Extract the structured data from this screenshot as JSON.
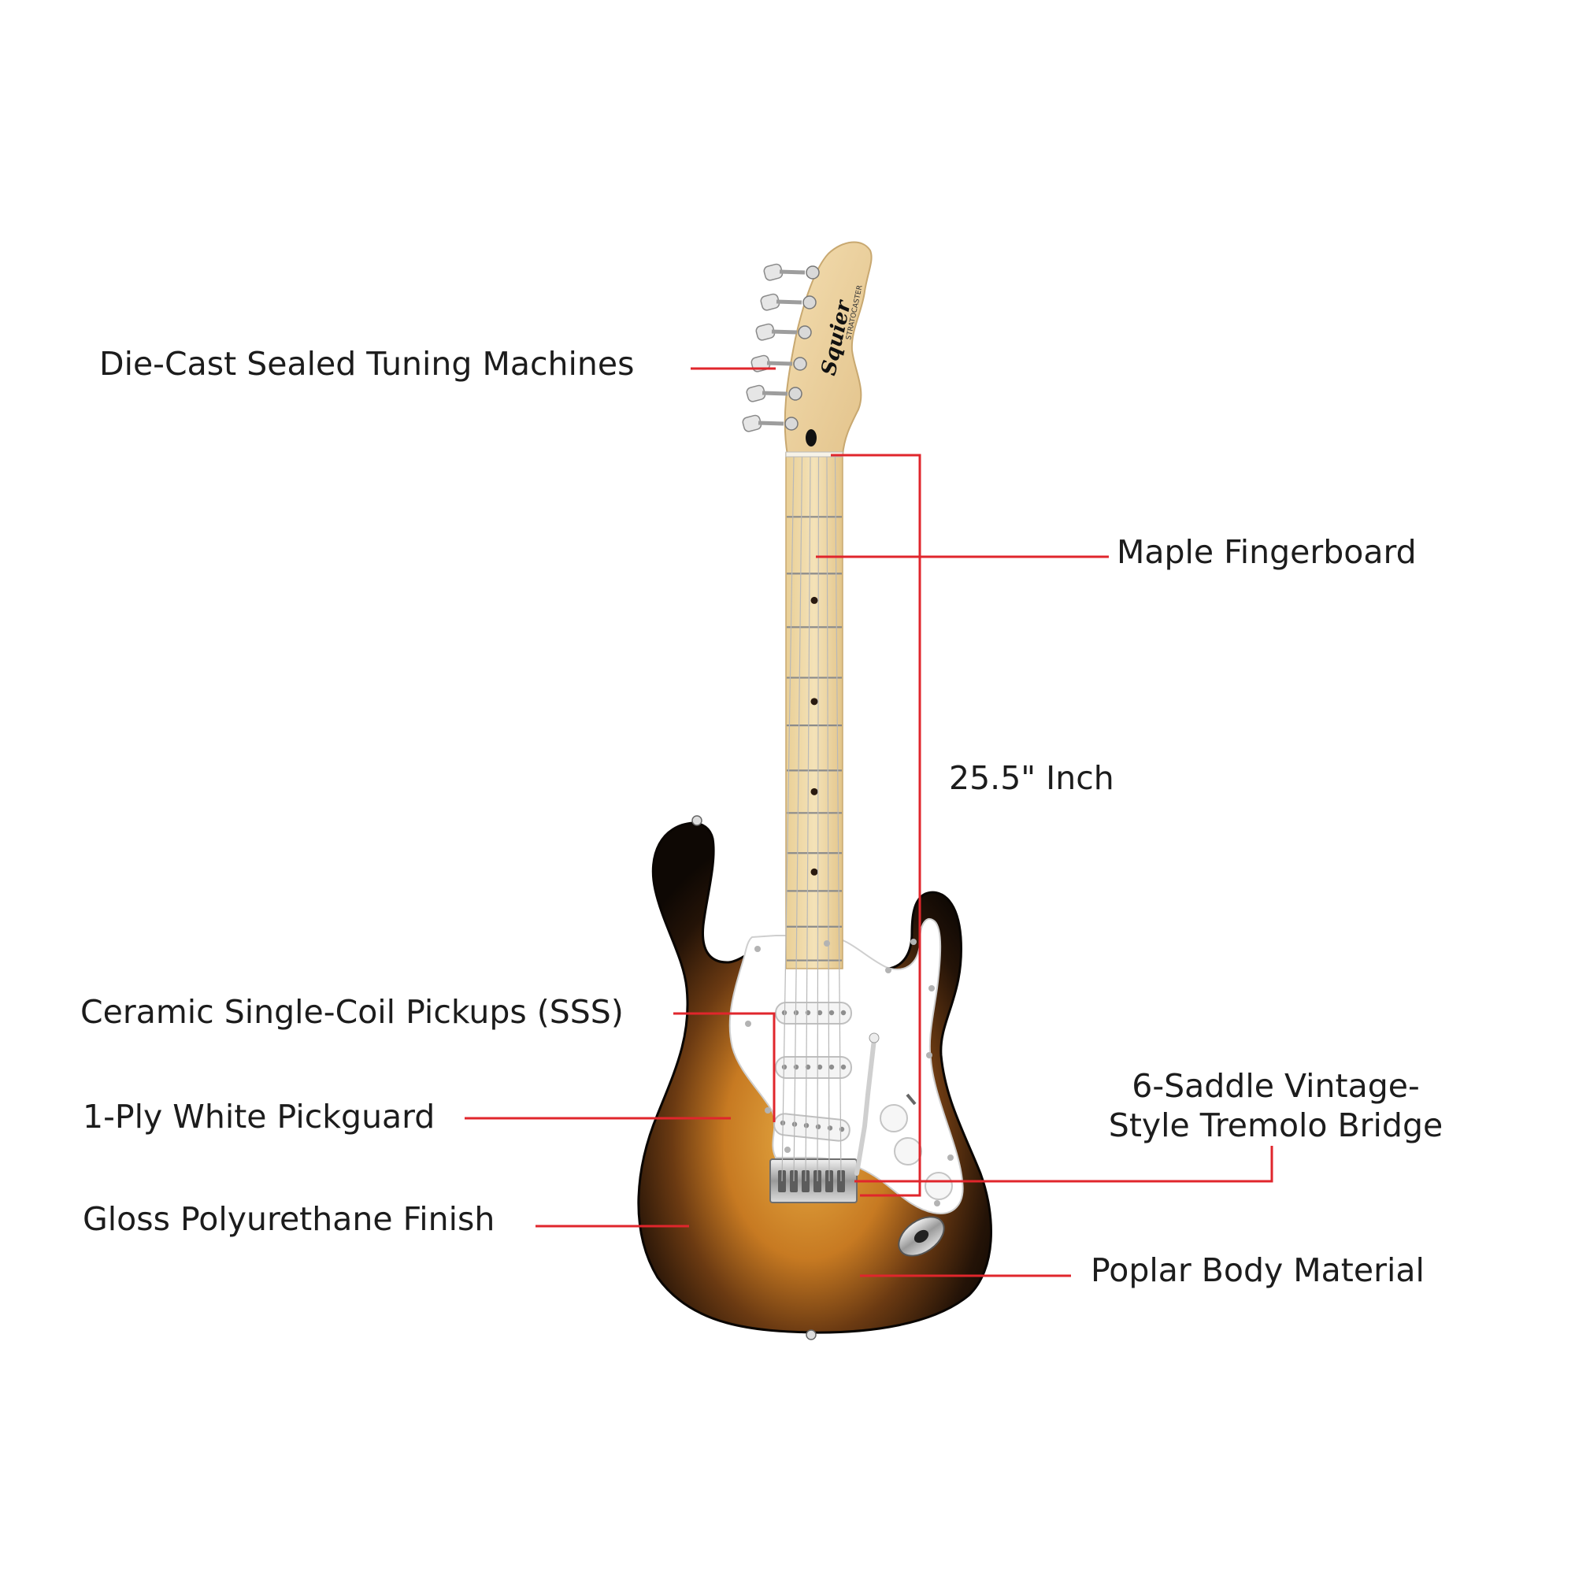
{
  "callouts": {
    "tuning_machines": "Die-Cast Sealed Tuning Machines",
    "fingerboard": "Maple Fingerboard",
    "scale_length": "25.5\" Inch",
    "pickups": "Ceramic Single-Coil Pickups (SSS)",
    "pickguard": "1-Ply White Pickguard",
    "finish": "Gloss Polyurethane Finish",
    "bridge_line1": "6-Saddle Vintage-",
    "bridge_line2": "Style Tremolo Bridge",
    "body_material": "Poplar Body Material"
  },
  "brand_logo": "Squier",
  "model_logo": "STRATOCASTER",
  "colors": {
    "leader_line": "#e0262c",
    "sunburst_center": "#e0a23a",
    "sunburst_edge": "#140c06",
    "maple": "#efd9a8",
    "pickguard": "#ffffff",
    "text": "#1c1c1c"
  }
}
